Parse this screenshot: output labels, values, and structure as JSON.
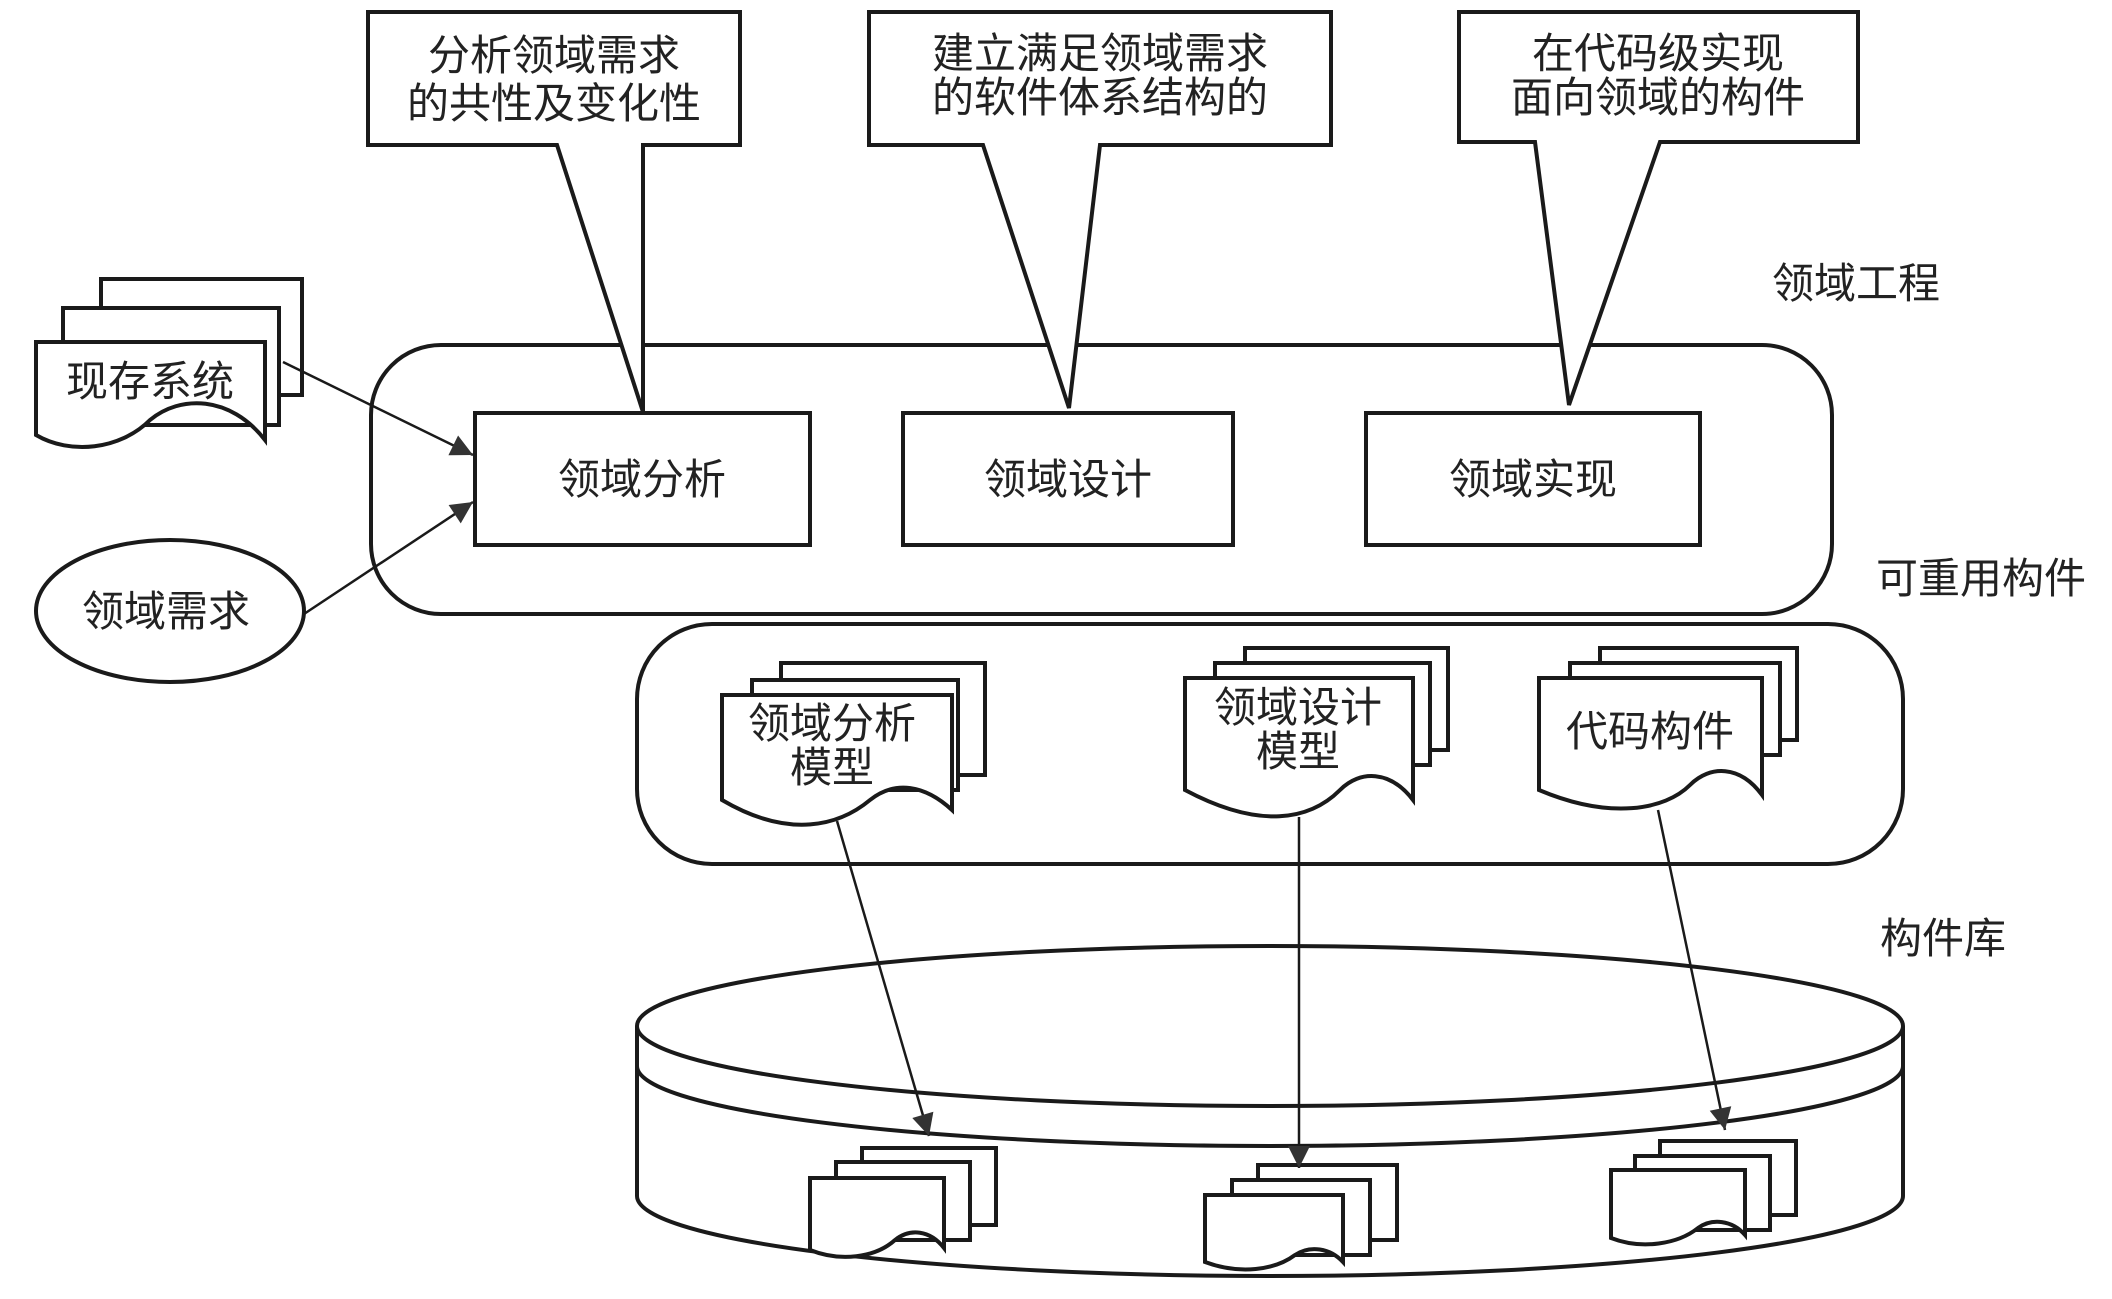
{
  "callouts": [
    {
      "line1": "分析领域需求",
      "line2": "的共性及变化性"
    },
    {
      "line1": "建立满足领域需求",
      "line2": "的软件体系结构的"
    },
    {
      "line1": "在代码级实现",
      "line2": "面向领域的构件"
    }
  ],
  "inputs": {
    "existing_systems": "现存系统",
    "domain_requirements": "领域需求"
  },
  "process": {
    "analysis": "领域分析",
    "design": "领域设计",
    "implementation": "领域实现"
  },
  "artifacts": {
    "analysis_model_line1": "领域分析",
    "analysis_model_line2": "模型",
    "design_model_line1": "领域设计",
    "design_model_line2": "模型",
    "code_components": "代码构件"
  },
  "labels": {
    "domain_engineering": "领域工程",
    "reusable_components": "可重用构件",
    "component_library": "构件库"
  }
}
